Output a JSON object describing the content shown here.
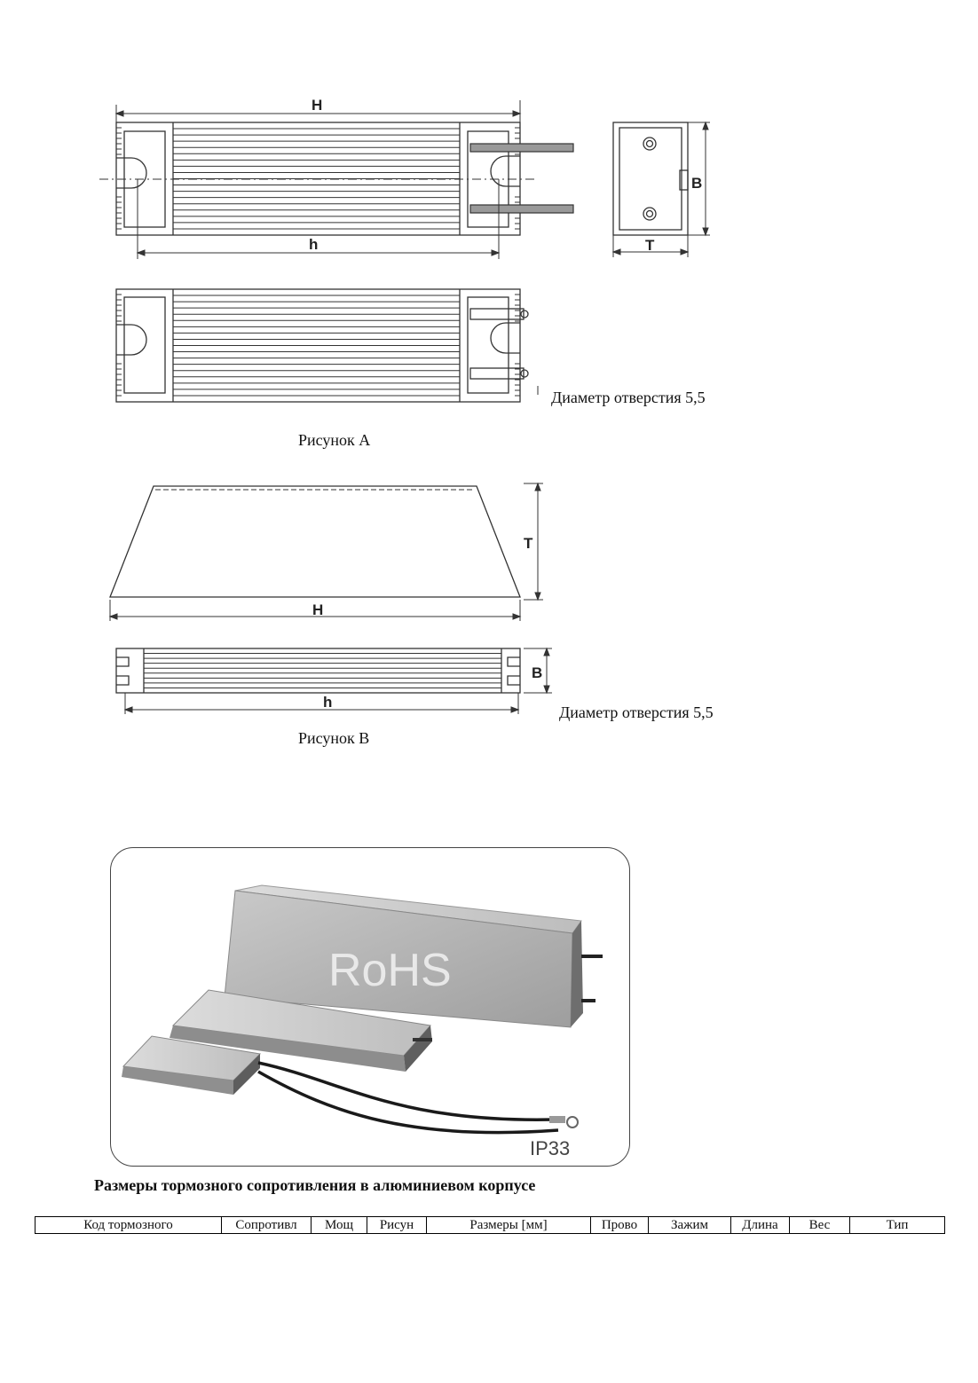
{
  "figure_a": {
    "dim_H": "H",
    "dim_h": "h",
    "dim_B": "B",
    "dim_T": "T",
    "hole_note": "Диаметр отверстия 5,5",
    "caption": "Рисунок А"
  },
  "figure_b": {
    "dim_H": "H",
    "dim_T": "T",
    "dim_h": "h",
    "dim_B": "B",
    "hole_note": "Диаметр отверстия 5,5",
    "caption": "Рисунок В"
  },
  "photo": {
    "rohs_label": "RoHS",
    "ip_label": "IP33"
  },
  "table": {
    "title": "Размеры тормозного сопротивления в алюминиевом корпусе",
    "headers": [
      "Код тормозного",
      "Сопротивл",
      "Мощ",
      "Рисун",
      "Размеры [мм]",
      "Прово",
      "Зажим",
      "Длина",
      "Вес",
      "Тип"
    ]
  },
  "colors": {
    "line": "#333333",
    "photo_bg": "#ffffff",
    "metal": "#a9a9a9"
  }
}
